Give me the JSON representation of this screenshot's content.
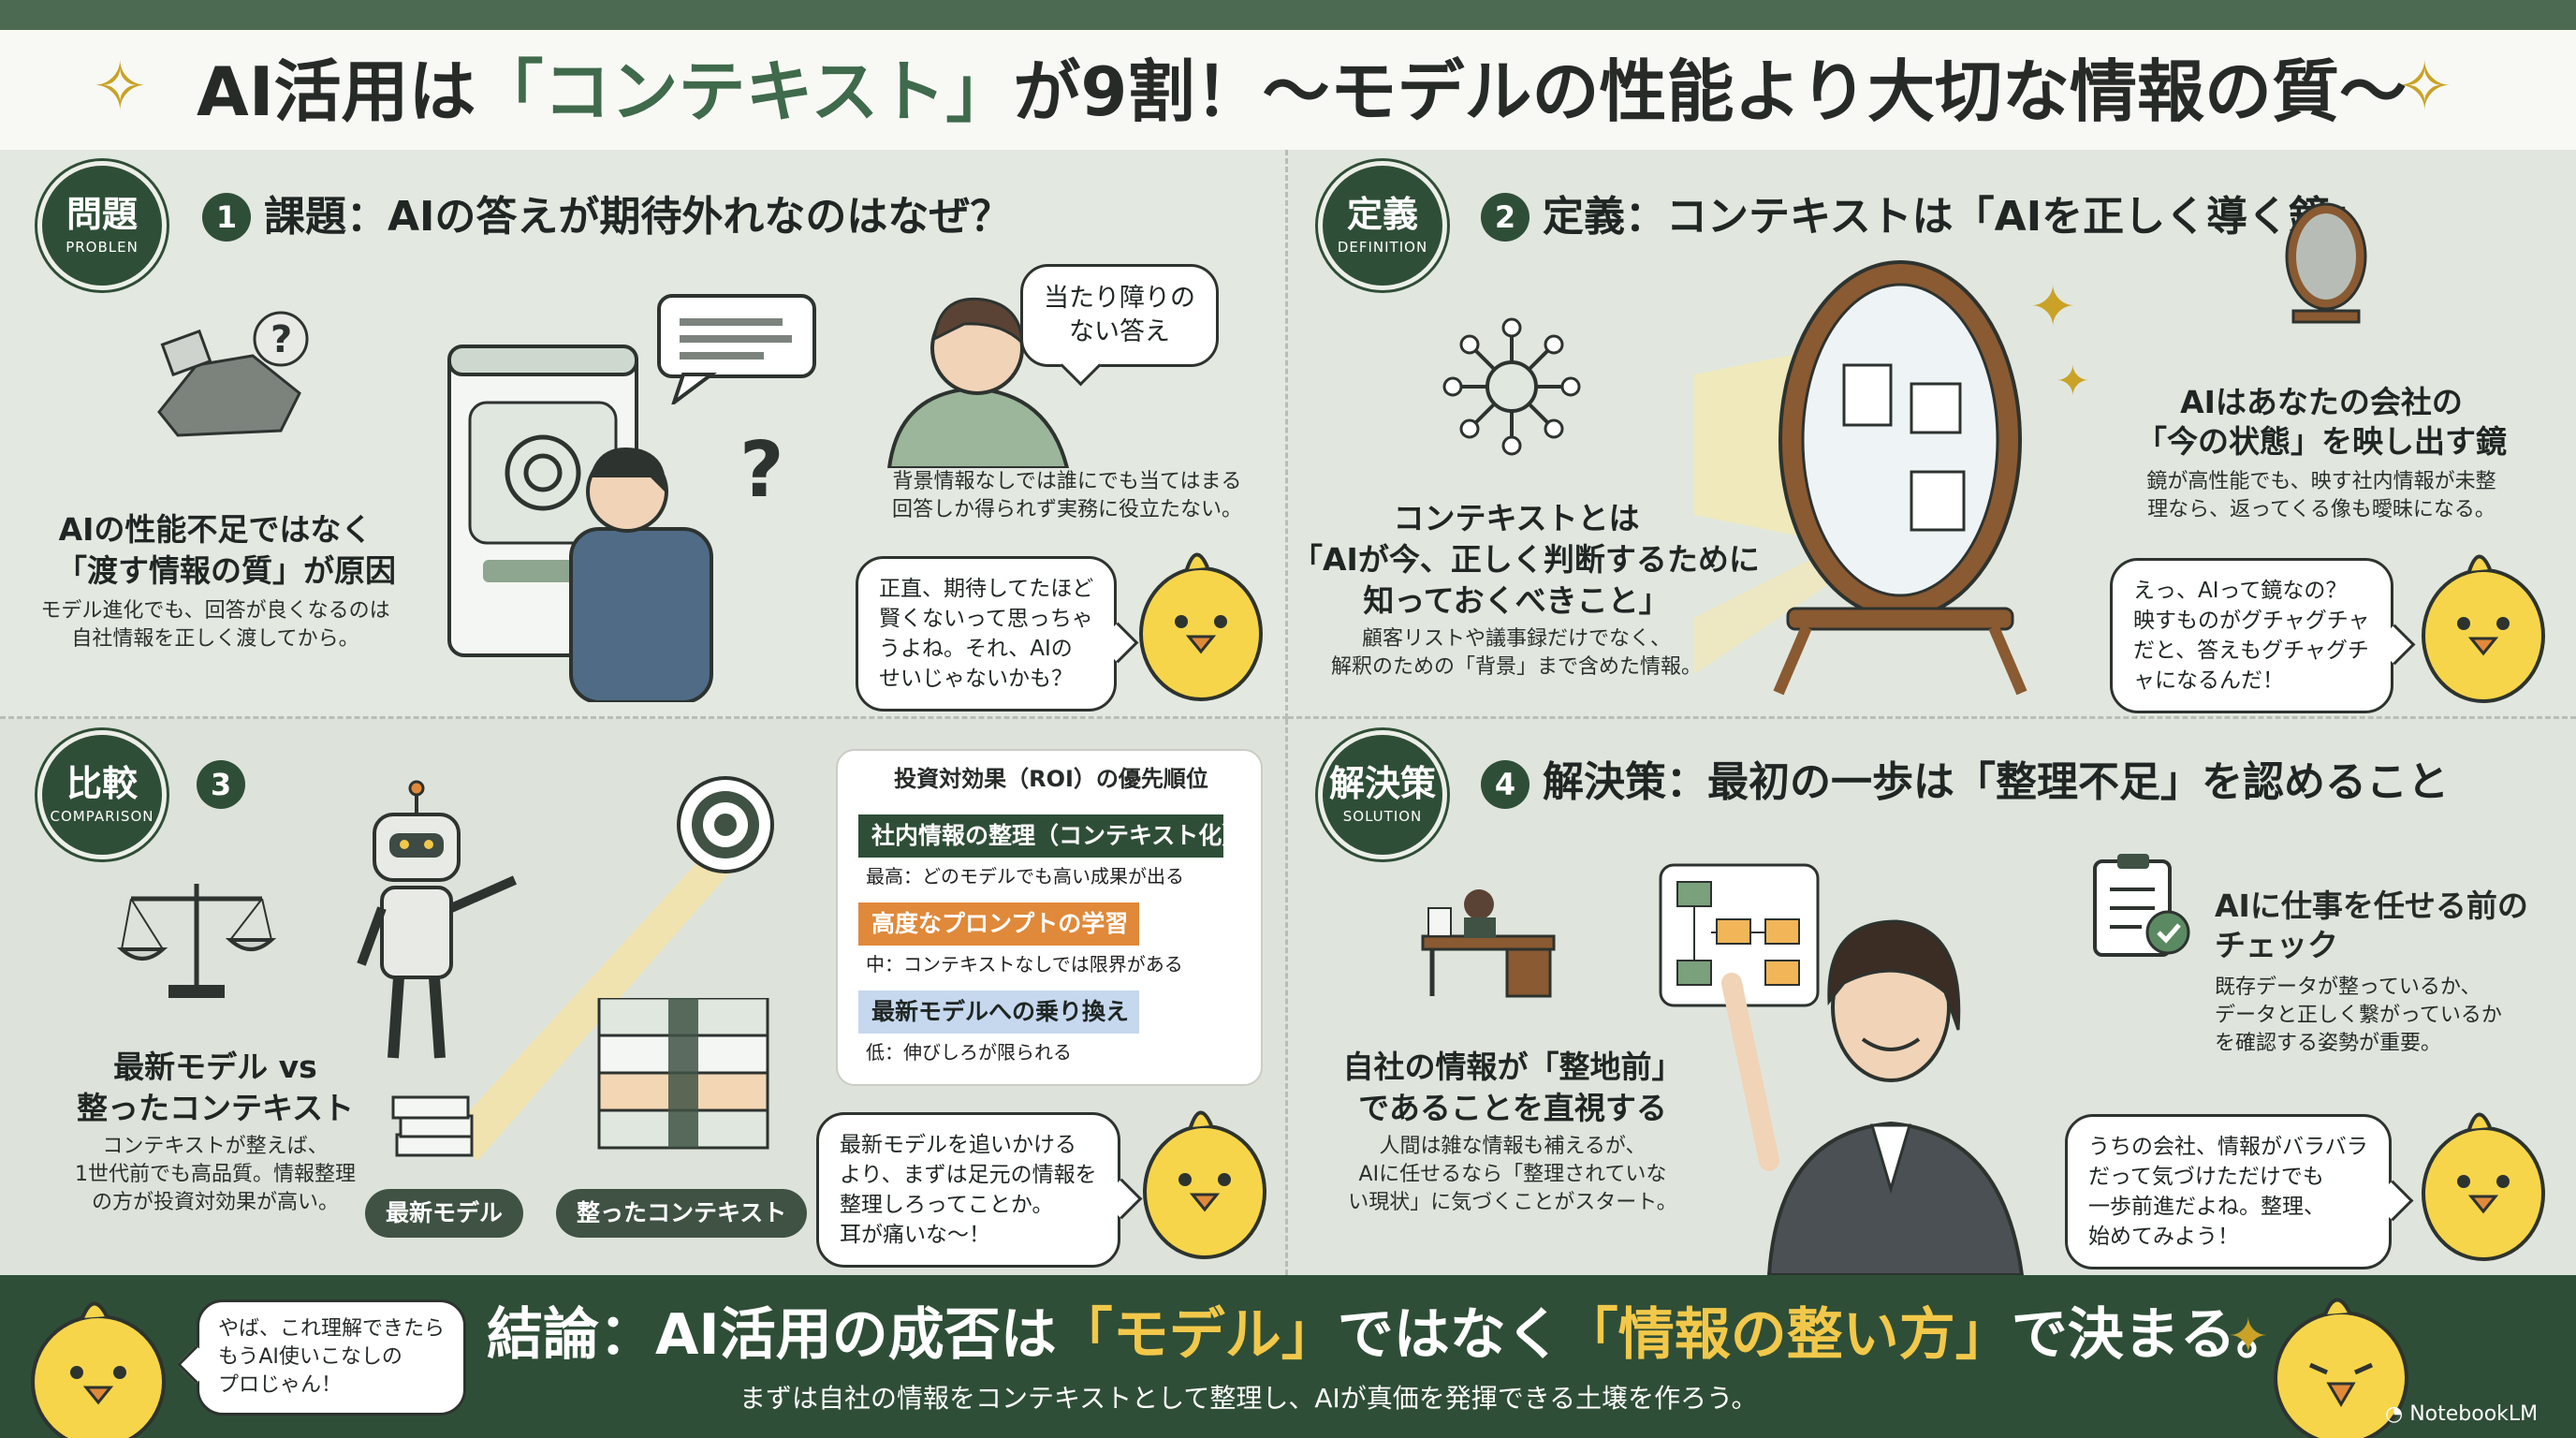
{
  "title": {
    "part1": "AI活用は",
    "highlight": "「コンテキスト」",
    "part2": "が9割！〜モデルの性能より大切な情報の質〜"
  },
  "section1": {
    "badge": "問題",
    "badge_sub": "PROBLEN",
    "number": "1",
    "heading": "課題：AIの答えが期待外れなのはなぜ？",
    "main_line1": "AIの性能不足ではなく",
    "main_line2": "「渡す情報の質」が原因",
    "sub_line1": "モデル進化でも、回答が良くなるのは",
    "sub_line2": "自社情報を正しく渡してから。",
    "speech": "当たり障りの\nない答え",
    "desc_line1": "背景情報なしでは誰にでも当てはまる",
    "desc_line2": "回答しか得られず実務に役立たない。",
    "chick_bubble": "正直、期待してたほど\n賢くないって思っちゃ\nうよね。それ、AIの\nせいじゃないかも？"
  },
  "section2": {
    "badge": "定義",
    "badge_sub": "DEFINITION",
    "number": "2",
    "heading": "定義：コンテキストは「AIを正しく導く鏡」",
    "main_line1": "コンテキストとは",
    "main_line2": "「AIが今、正しく判断するために",
    "main_line3": "知っておくべきこと」",
    "sub_line1": "顧客リストや議事録だけでなく、",
    "sub_line2": "解釈のための「背景」まで含めた情報。",
    "mirror_line1": "AIはあなたの会社の",
    "mirror_line2": "「今の状態」を映し出す鏡",
    "mirror_sub1": "鏡が高性能でも、映す社内情報が未整",
    "mirror_sub2": "理なら、返ってくる像も曖昧になる。",
    "chick_bubble": "えっ、AIって鏡なの？\n映すものがグチャグチャ\nだと、答えもグチャグチ\nャになるんだ！"
  },
  "section3": {
    "badge": "比較",
    "badge_sub": "COMPARISON",
    "number": "3",
    "main_line1": "最新モデル vs",
    "main_line2": "整ったコンテキスト",
    "sub_line1": "コンテキストが整えば、",
    "sub_line2": "1世代前でも高品質。情報整理",
    "sub_line3": "の方が投資対効果が高い。",
    "tag_model": "最新モデル",
    "tag_context": "整ったコンテキスト",
    "roi": {
      "title": "投資対効果（ROI）の優先順位",
      "items": [
        {
          "label": "社内情報の整理（コンテキスト化）",
          "desc": "最高：どのモデルでも高い成果が出る",
          "color": "#2f4e37"
        },
        {
          "label": "高度なプロンプトの学習",
          "desc": "中：コンテキストなしでは限界がある",
          "color": "#e0893a"
        },
        {
          "label": "最新モデルへの乗り換え",
          "desc": "低：伸びしろが限られる",
          "color": "#c6d8ee"
        }
      ]
    },
    "chick_bubble": "最新モデルを追いかける\nより、まずは足元の情報を\n整理しろってことか。\n耳が痛いな〜！"
  },
  "section4": {
    "badge": "解決策",
    "badge_sub": "SOLUTION",
    "number": "4",
    "heading": "解決策：最初の一歩は「整理不足」を認めること",
    "main_line1": "自社の情報が「整地前」",
    "main_line2": "であることを直視する",
    "sub_line1": "人間は雑な情報も補えるが、",
    "sub_line2": "AIに任せるなら「整理されていな",
    "sub_line3": "い現状」に気づくことがスタート。",
    "check_line1": "AIに仕事を任せる前の",
    "check_line2": "チェック",
    "check_sub1": "既存データが整っているか、",
    "check_sub2": "データと正しく繋がっているか",
    "check_sub3": "を確認する姿勢が重要。",
    "chick_bubble": "うちの会社、情報がバラバラ\nだって気づけただけでも\n一歩前進だよね。整理、\n始めてみよう！"
  },
  "footer": {
    "bubble": "やば、これ理解できたら\nもうAI使いこなしの\nプロじゃん！",
    "main_pre": "結論：AI活用の成否は",
    "main_hl1": "「モデル」",
    "main_mid": "ではなく",
    "main_hl2": "「情報の整い方」",
    "main_post": "で決まる。",
    "sub": "まずは自社の情報をコンテキストとして整理し、AIが真価を発揮できる土壌を作ろう。",
    "brand": "NotebookLM"
  },
  "colors": {
    "accent_green": "#2f4e37",
    "accent_gold": "#f2c84a",
    "accent_orange": "#e0893a",
    "chick_yellow": "#f6d54a"
  },
  "icons": [
    "sparkle-icon",
    "chick-mascot",
    "openai-logo-icon",
    "question-mark-icon",
    "network-icon",
    "mirror-icon",
    "scale-icon",
    "robot-icon",
    "target-icon",
    "document-stack-icon",
    "checklist-icon",
    "flowchart-icon",
    "desk-worker-icon",
    "notebooklm-logo-icon"
  ]
}
